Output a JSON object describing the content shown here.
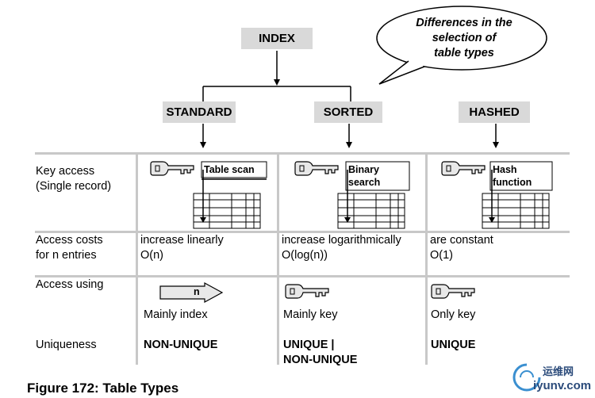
{
  "header": {
    "index": "INDEX",
    "bubble": "Differences in the\nselection of\ntable types",
    "types": [
      "STANDARD",
      "SORTED",
      "HASHED"
    ]
  },
  "rows": {
    "key_access": {
      "label": "Key access\n(Single record)",
      "cells": [
        "Table scan",
        "Binary\nsearch",
        "Hash\nfunction"
      ]
    },
    "access_costs": {
      "label": "Access costs\nfor n entries",
      "cells": [
        "increase linearly\nO(n)",
        "increase logarithmically\nO(log(n))",
        "are constant\nO(1)"
      ]
    },
    "access_using": {
      "label": "Access using",
      "arrow_label": "n",
      "cells": [
        "Mainly index",
        "Mainly key",
        "Only key"
      ]
    },
    "uniqueness": {
      "label": "Uniqueness",
      "cells": [
        "NON-UNIQUE",
        "UNIQUE |\nNON-UNIQUE",
        "UNIQUE"
      ]
    }
  },
  "caption": "Figure 172: Table Types",
  "watermark": {
    "cn": "运维网",
    "url": "iyunv.com"
  }
}
